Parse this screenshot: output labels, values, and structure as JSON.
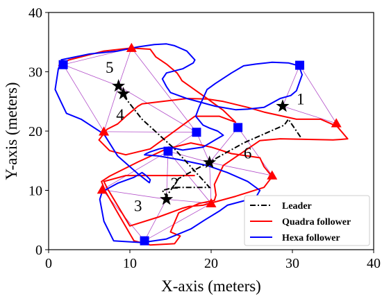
{
  "chart_data": {
    "type": "line",
    "xlabel": "X-axis (meters)",
    "ylabel": "Y-axis (meters)",
    "xlim": [
      0,
      40
    ],
    "ylim": [
      0,
      40
    ],
    "xticks": [
      0,
      10,
      20,
      30,
      40
    ],
    "yticks": [
      0,
      10,
      20,
      30,
      40
    ],
    "grid": false,
    "legend_position": "bottom-right",
    "legend": [
      {
        "label": "Leader",
        "color": "#000000",
        "style": "dashdot"
      },
      {
        "label": "Quadra follower",
        "color": "#ff0000",
        "style": "solid"
      },
      {
        "label": "Hexa follower",
        "color": "#0000ff",
        "style": "solid"
      }
    ],
    "leader": {
      "x": [
        31.0,
        29.5,
        29.0,
        24.0,
        19.8,
        16.0,
        14.5,
        14.0,
        15.5,
        18.0,
        19.0,
        19.8,
        15.5,
        11.5,
        9.2,
        8.7,
        9.0
      ],
      "y": [
        19.0,
        22.0,
        21.0,
        18.0,
        14.8,
        12.0,
        9.0,
        10.0,
        10.5,
        10.5,
        10.5,
        10.5,
        17.0,
        22.0,
        26.0,
        27.5,
        27.0
      ]
    },
    "quadra_path": {
      "x": [
        1.2,
        2.5,
        6.8,
        10.2,
        12.5,
        13.2,
        14.5,
        15.8,
        16.2,
        16.4,
        19.5,
        21.5,
        23.0,
        21.0,
        18.0,
        12.5,
        9.5,
        7.5,
        6.2,
        7.2,
        8.5,
        9.6,
        11.0,
        11.5,
        14.0,
        17.0,
        19.5,
        21.5,
        24.5,
        26.5,
        30.5,
        33.5,
        35.5,
        36.8,
        36.0,
        35.0,
        32.0,
        28.5,
        26.0,
        21.5,
        20.4,
        20.6,
        20.4,
        18.5,
        16.0,
        15.0,
        16.2,
        15.5,
        12.5,
        10.5,
        8.8,
        7.0,
        6.5,
        7.5,
        11.0,
        14.5,
        17.5,
        20.0,
        22.5,
        24.5,
        26.0,
        26.5,
        27.5,
        26.5,
        23.0,
        19.0,
        17.3,
        16.5,
        13.5,
        10.0,
        7.2,
        6.8,
        9.5,
        14.5,
        18.0
      ],
      "y": [
        31.0,
        32.0,
        33.5,
        34.0,
        33.8,
        32.5,
        31.3,
        29.8,
        29.0,
        28.5,
        25.5,
        23.5,
        21.5,
        22.5,
        22.5,
        17.0,
        16.0,
        16.7,
        18.5,
        20.3,
        21.2,
        22.6,
        24.2,
        24.6,
        25.0,
        25.5,
        25.4,
        25.0,
        24.0,
        23.2,
        22.0,
        22.0,
        20.8,
        18.7,
        18.6,
        18.5,
        18.6,
        18.7,
        18.4,
        14.2,
        11.0,
        9.2,
        8.3,
        7.8,
        6.2,
        3.0,
        2.3,
        1.0,
        0.8,
        1.5,
        5.5,
        9.8,
        11.5,
        12.4,
        14.8,
        17.0,
        18.0,
        17.3,
        16.2,
        15.8,
        15.5,
        14.0,
        12.3,
        10.5,
        9.0,
        7.5,
        7.3,
        7.0,
        5.5,
        4.0,
        10.4,
        11.5,
        12.5,
        12.5,
        12.5
      ]
    },
    "hexa_path": {
      "x": [
        1.5,
        5.0,
        8.5,
        11.0,
        13.0,
        14.5,
        15.5,
        17.0,
        18.0,
        17.8,
        16.5,
        14.5,
        14.0,
        14.5,
        15.0,
        17.0,
        20.5,
        23.0,
        24.5,
        26.5,
        28.5,
        29.8,
        30.5,
        31.2,
        30.8,
        29.5,
        27.5,
        25.5,
        24.0,
        22.5,
        20.5,
        19.5,
        18.5,
        18.1,
        19.0,
        19.8,
        20.8,
        21.5,
        20.6,
        19.0,
        16.5,
        14.8,
        13.6,
        12.5,
        12.0,
        11.8,
        13.5,
        16.0,
        19.5,
        22.0,
        24.5,
        26.0,
        25.5,
        24.2,
        22.0,
        21.0,
        19.2,
        17.5,
        14.5,
        11.5,
        8.0,
        6.8,
        6.3,
        6.6,
        8.5,
        10.5,
        11.5,
        12.0,
        12.5,
        12.4,
        11.0,
        8.5,
        6.8,
        4.0,
        2.2,
        1.5,
        0.8,
        1.2,
        1.5
      ],
      "y": [
        32.0,
        33.0,
        33.5,
        34.2,
        34.6,
        34.7,
        34.4,
        33.5,
        32.0,
        31.5,
        30.5,
        29.8,
        28.8,
        27.5,
        26.5,
        25.5,
        24.2,
        23.6,
        23.7,
        24.0,
        25.5,
        26.0,
        26.8,
        29.5,
        31.0,
        31.5,
        31.6,
        31.3,
        31.0,
        29.8,
        28.0,
        27.0,
        24.0,
        22.5,
        21.0,
        20.5,
        20.0,
        19.3,
        18.6,
        17.3,
        16.8,
        17.3,
        17.0,
        16.5,
        16.2,
        16.0,
        15.8,
        15.2,
        14.2,
        13.0,
        11.5,
        10.0,
        8.8,
        8.3,
        7.5,
        6.5,
        5.0,
        3.5,
        1.8,
        1.2,
        1.5,
        4.8,
        8.5,
        9.8,
        11.2,
        12.2,
        13.0,
        12.5,
        11.8,
        11.3,
        12.8,
        15.8,
        19.5,
        22.0,
        23.0,
        25.0,
        27.0,
        30.5,
        31.5
      ]
    },
    "leader_markers": [
      {
        "x": 28.8,
        "y": 24.2
      },
      {
        "x": 14.5,
        "y": 8.5
      },
      {
        "x": 19.8,
        "y": 14.7
      },
      {
        "x": 9.2,
        "y": 26.3
      },
      {
        "x": 8.6,
        "y": 27.6
      }
    ],
    "quadra_markers": [
      {
        "x": 10.2,
        "y": 34.0
      },
      {
        "x": 6.8,
        "y": 19.9
      },
      {
        "x": 35.4,
        "y": 21.3
      },
      {
        "x": 27.5,
        "y": 12.5
      },
      {
        "x": 20.0,
        "y": 7.8
      },
      {
        "x": 6.6,
        "y": 10.1
      }
    ],
    "hexa_markers": [
      {
        "x": 1.8,
        "y": 31.2
      },
      {
        "x": 30.9,
        "y": 31.1
      },
      {
        "x": 18.2,
        "y": 19.8
      },
      {
        "x": 23.3,
        "y": 20.6
      },
      {
        "x": 14.7,
        "y": 16.6
      },
      {
        "x": 11.8,
        "y": 1.5
      }
    ],
    "formation_links": [
      [
        [
          8.6,
          27.6
        ],
        [
          1.8,
          31.2
        ]
      ],
      [
        [
          8.6,
          27.6
        ],
        [
          10.2,
          34.0
        ]
      ],
      [
        [
          8.6,
          27.6
        ],
        [
          6.8,
          19.9
        ]
      ],
      [
        [
          8.6,
          27.6
        ],
        [
          18.2,
          19.8
        ]
      ],
      [
        [
          1.8,
          31.2
        ],
        [
          10.2,
          34.0
        ]
      ],
      [
        [
          1.8,
          31.2
        ],
        [
          6.8,
          19.9
        ]
      ],
      [
        [
          10.2,
          34.0
        ],
        [
          18.2,
          19.8
        ]
      ],
      [
        [
          6.8,
          19.9
        ],
        [
          18.2,
          19.8
        ]
      ],
      [
        [
          28.8,
          24.2
        ],
        [
          30.9,
          31.1
        ]
      ],
      [
        [
          28.8,
          24.2
        ],
        [
          35.4,
          21.3
        ]
      ],
      [
        [
          30.9,
          31.1
        ],
        [
          35.4,
          21.3
        ]
      ],
      [
        [
          19.8,
          14.7
        ],
        [
          18.2,
          19.8
        ]
      ],
      [
        [
          19.8,
          14.7
        ],
        [
          23.3,
          20.6
        ]
      ],
      [
        [
          19.8,
          14.7
        ],
        [
          14.7,
          16.6
        ]
      ],
      [
        [
          19.8,
          14.7
        ],
        [
          27.5,
          12.5
        ]
      ],
      [
        [
          19.8,
          14.7
        ],
        [
          20.0,
          7.8
        ]
      ],
      [
        [
          23.3,
          20.6
        ],
        [
          27.5,
          12.5
        ]
      ],
      [
        [
          14.7,
          16.6
        ],
        [
          18.2,
          19.8
        ]
      ],
      [
        [
          14.5,
          8.5
        ],
        [
          14.7,
          16.6
        ]
      ],
      [
        [
          14.5,
          8.5
        ],
        [
          6.6,
          10.1
        ]
      ],
      [
        [
          14.5,
          8.5
        ],
        [
          11.8,
          1.5
        ]
      ],
      [
        [
          14.5,
          8.5
        ],
        [
          20.0,
          7.8
        ]
      ],
      [
        [
          6.6,
          10.1
        ],
        [
          14.7,
          16.6
        ]
      ],
      [
        [
          6.6,
          10.1
        ],
        [
          11.8,
          1.5
        ]
      ],
      [
        [
          11.8,
          1.5
        ],
        [
          20.0,
          7.8
        ]
      ],
      [
        [
          14.7,
          16.6
        ],
        [
          20.0,
          7.8
        ]
      ]
    ],
    "annotations": [
      {
        "text": "1",
        "x": 31.0,
        "y": 24.5
      },
      {
        "text": "2",
        "x": 15.5,
        "y": 10.3
      },
      {
        "text": "3",
        "x": 11.0,
        "y": 6.5
      },
      {
        "text": "4",
        "x": 8.8,
        "y": 21.9
      },
      {
        "text": "5",
        "x": 7.5,
        "y": 29.8
      },
      {
        "text": "6",
        "x": 24.5,
        "y": 15.4
      }
    ],
    "colors": {
      "leader": "#000000",
      "quadra": "#ff0000",
      "hexa": "#0000ff",
      "link": "#b24ec9"
    }
  }
}
